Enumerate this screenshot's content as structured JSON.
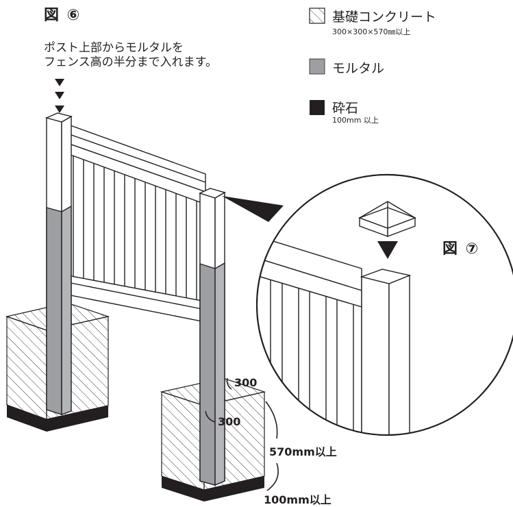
{
  "figure6": {
    "title": "図 ⑥"
  },
  "figure7": {
    "title": "図 ⑦"
  },
  "instruction": {
    "line1": "ポスト上部からモルタルを",
    "line2": "フェンス高の半分まで入れます。"
  },
  "legend": {
    "foundation": {
      "label": "基礎コンクリート",
      "sub": "300×300×570㎜以上",
      "pattern": "hatch"
    },
    "mortar": {
      "label": "モルタル",
      "color": "#9d9fa2"
    },
    "gravel": {
      "label": "砕石",
      "sub": "100mm 以上",
      "color": "#231f20"
    }
  },
  "dimensions": {
    "width_a": "300",
    "width_b": "300",
    "depth": "570mm以上",
    "gravel": "100mm以上"
  },
  "colors": {
    "ink": "#231f20",
    "mortar": "#9d9fa2",
    "gravel": "#231f20"
  }
}
